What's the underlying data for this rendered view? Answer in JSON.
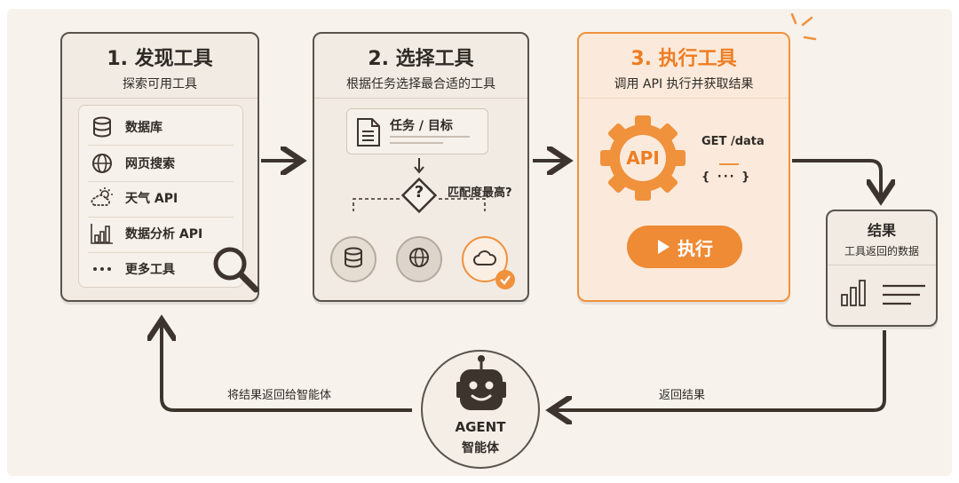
{
  "steps": [
    {
      "title": "1. 发现工具",
      "subtitle": "探索可用工具",
      "tools": [
        {
          "label": "数据库",
          "icon": "database-icon"
        },
        {
          "label": "网页搜索",
          "icon": "globe-icon"
        },
        {
          "label": "天气 API",
          "icon": "weather-icon"
        },
        {
          "label": "数据分析 API",
          "icon": "bar-chart-icon"
        },
        {
          "label": "更多工具",
          "icon": "ellipsis-icon"
        }
      ]
    },
    {
      "title": "2. 选择工具",
      "subtitle": "根据任务选择最合适的工具",
      "task_label": "任务 / 目标",
      "decision_symbol": "?",
      "match_question": "匹配度最高?"
    },
    {
      "title": "3. 执行工具",
      "subtitle": "调用 API 执行并获取结果",
      "api_label": "API",
      "request": "GET /data",
      "request_body": "{ ··· }",
      "execute_button": "执行"
    }
  ],
  "result": {
    "title": "结果",
    "subtitle": "工具返回的数据"
  },
  "agent": {
    "name": "AGENT",
    "subtitle": "智能体"
  },
  "flow": {
    "return_label": "返回结果",
    "feedback_label": "将结果返回给智能体"
  },
  "colors": {
    "accent": "#f0913c",
    "accent_dark": "#ef7d22",
    "ink": "#2f2a26",
    "card": "#f1ebe3",
    "background": "#f7f2ec"
  }
}
